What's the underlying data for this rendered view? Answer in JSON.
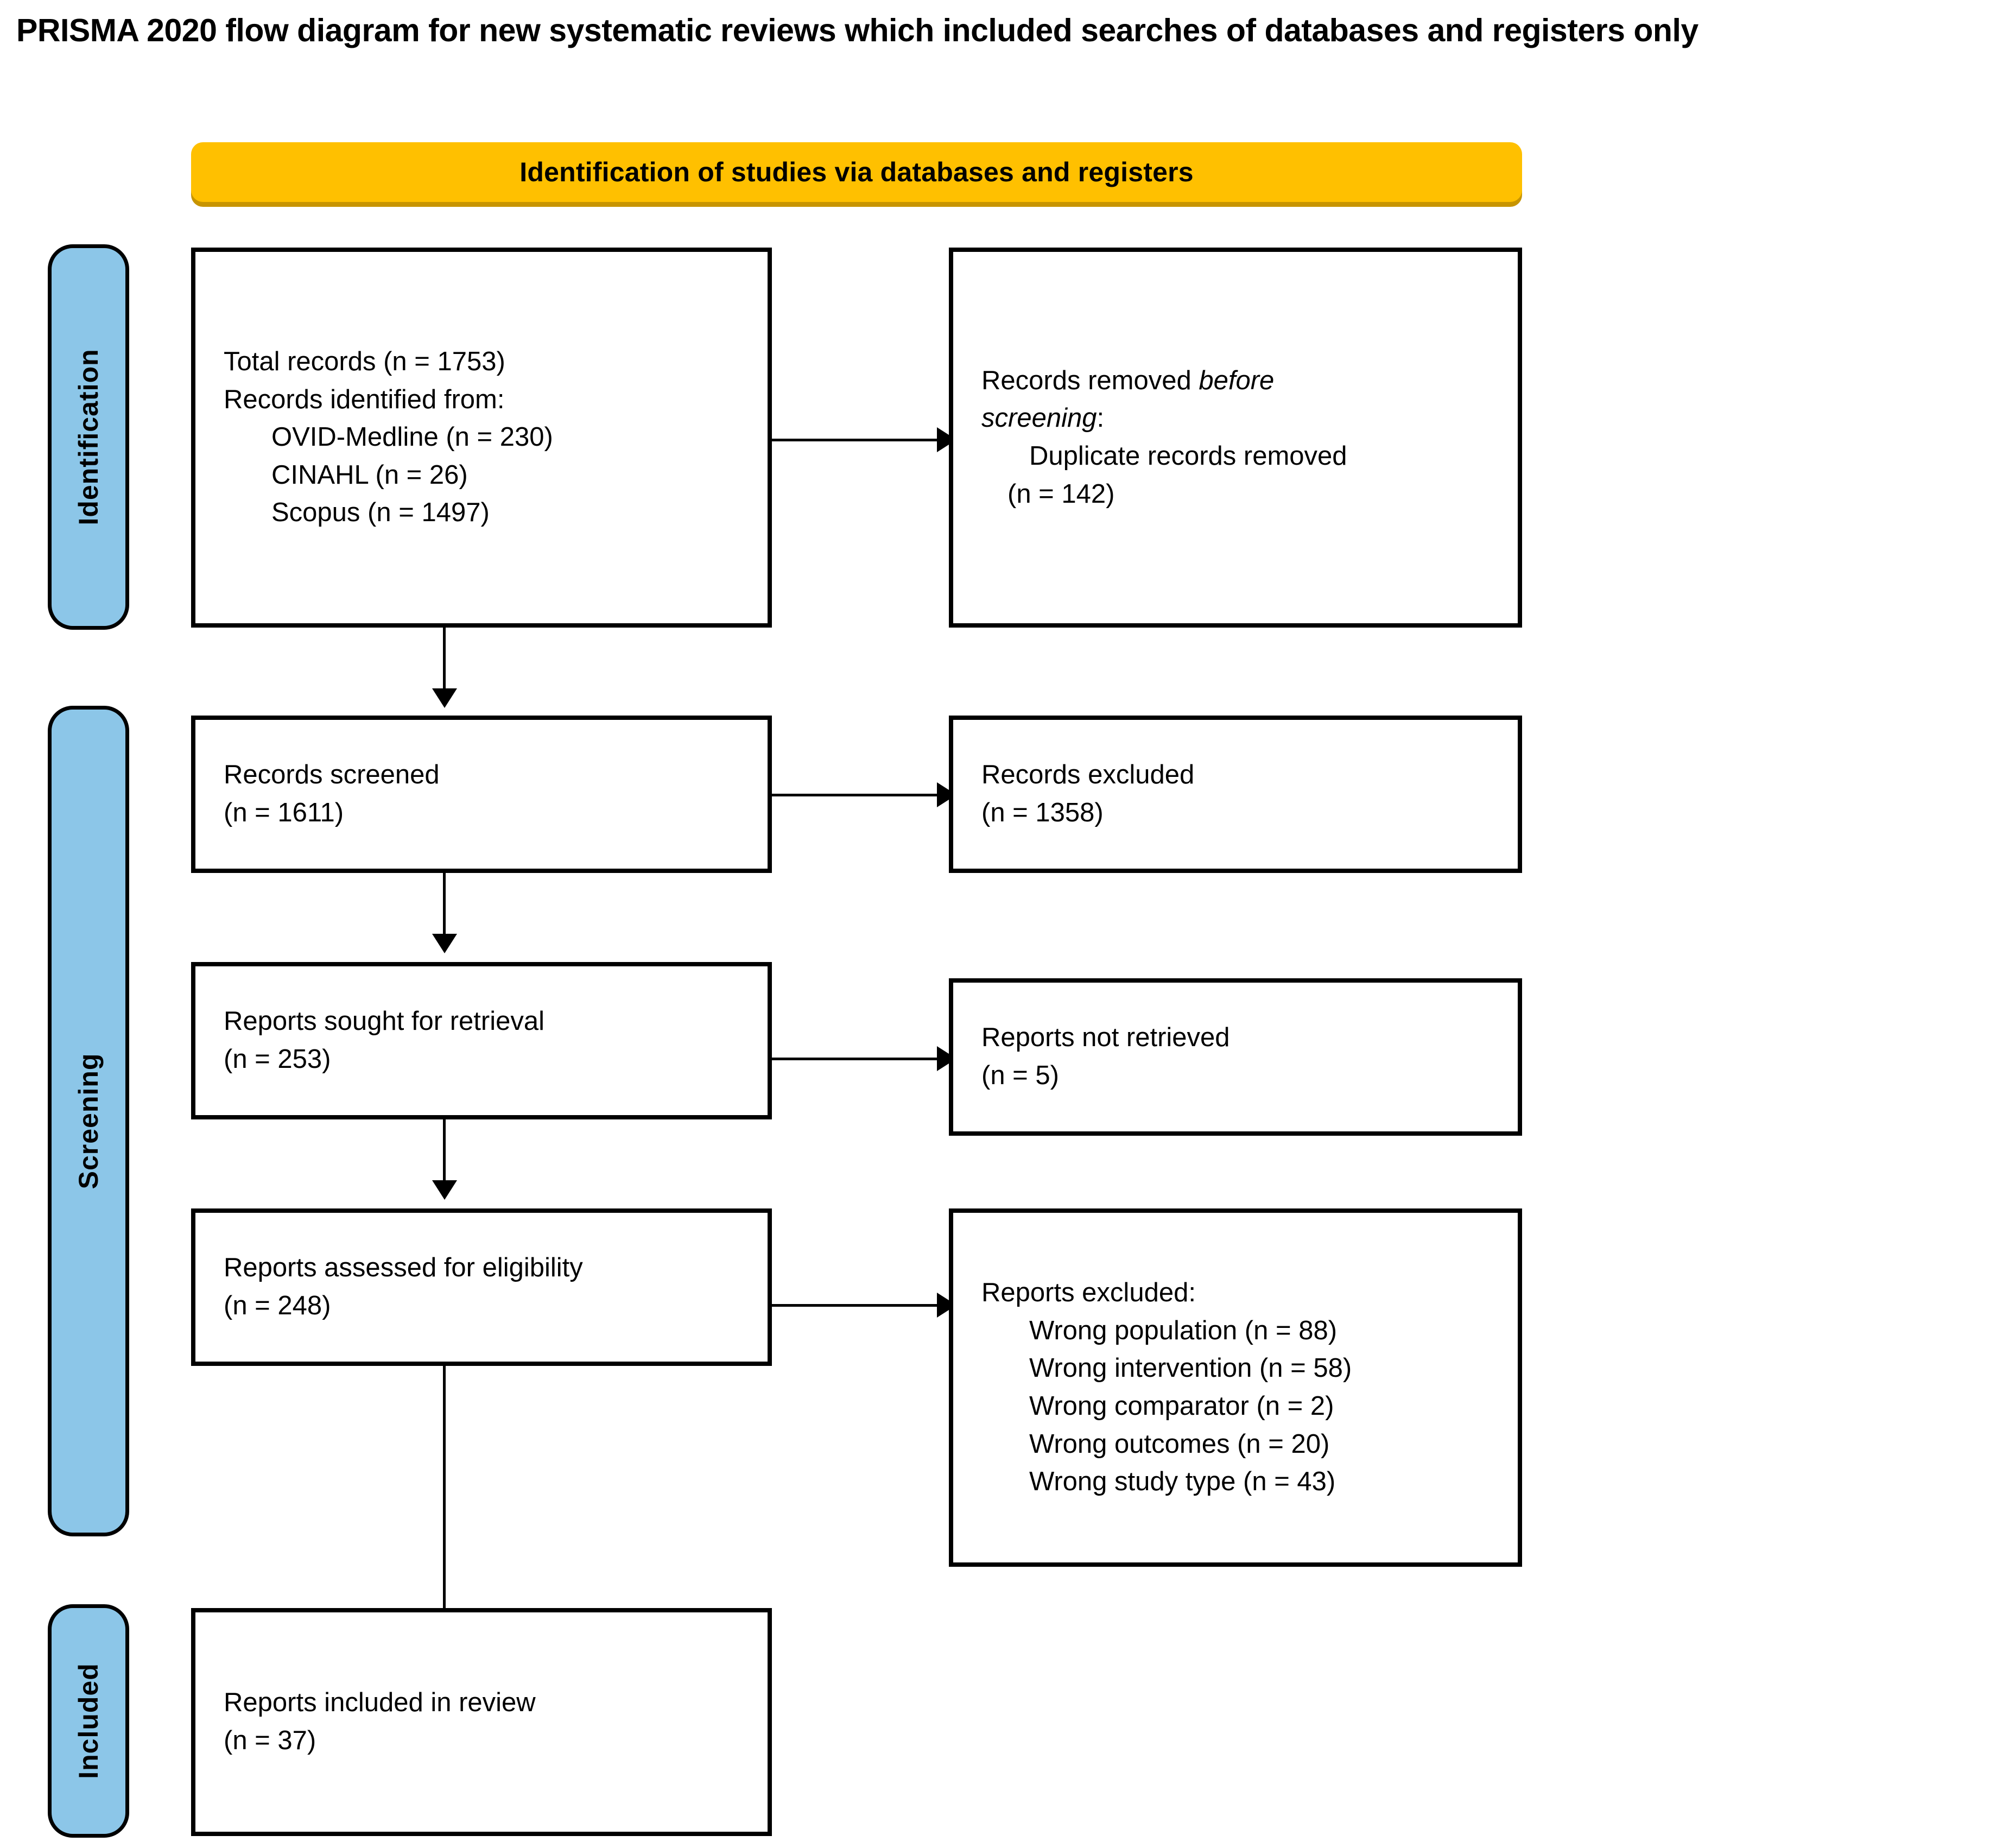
{
  "title": "PRISMA 2020 flow diagram for new systematic reviews which included searches of databases and registers only",
  "colors": {
    "header_orange": "#FFC000",
    "header_orange_shadow": "#C79400",
    "stage_blue": "#8CC6E8",
    "border_black": "#000000",
    "background": "#FFFFFF"
  },
  "stages": [
    {
      "id": "identification",
      "label": "Identification"
    },
    {
      "id": "screening",
      "label": "Screening"
    },
    {
      "id": "included",
      "label": "Included"
    }
  ],
  "section_header": {
    "label": "Identification of studies via databases and registers"
  },
  "boxes": {
    "records_identified": {
      "name": "records-identified-box",
      "lines": [
        {
          "text": "Total records (n = 1753)",
          "indent": "none"
        },
        {
          "text": "Records identified from:",
          "indent": "none"
        },
        {
          "text": "OVID-Medline (n = 230)",
          "indent": "full"
        },
        {
          "text": "CINAHL (n = 26)",
          "indent": "full"
        },
        {
          "text": "Scopus (n = 1497)",
          "indent": "full"
        }
      ]
    },
    "records_removed": {
      "name": "records-removed-box",
      "lines": [
        {
          "text": "Records removed ",
          "italic_tail": "before",
          "indent": "none"
        },
        {
          "text": "",
          "italic_lead": "screening",
          "tail": ":",
          "indent": "none"
        },
        {
          "text": "Duplicate records removed",
          "indent": "full"
        },
        {
          "text": "(n = 142)",
          "indent": "small"
        }
      ]
    },
    "records_screened": {
      "name": "records-screened-box",
      "lines": [
        {
          "text": "Records screened",
          "indent": "none"
        },
        {
          "text": "(n = 1611)",
          "indent": "none"
        }
      ]
    },
    "records_excluded": {
      "name": "records-excluded-box",
      "lines": [
        {
          "text": "Records excluded",
          "indent": "none"
        },
        {
          "text": "(n = 1358)",
          "indent": "none"
        }
      ]
    },
    "reports_sought": {
      "name": "reports-sought-box",
      "lines": [
        {
          "text": "Reports sought for retrieval",
          "indent": "none"
        },
        {
          "text": "(n = 253)",
          "indent": "none"
        }
      ]
    },
    "reports_not_retrieved": {
      "name": "reports-not-retrieved-box",
      "lines": [
        {
          "text": "Reports not retrieved",
          "indent": "none"
        },
        {
          "text": "(n = 5)",
          "indent": "none"
        }
      ]
    },
    "reports_assessed": {
      "name": "reports-assessed-box",
      "lines": [
        {
          "text": "Reports assessed for eligibility",
          "indent": "none"
        },
        {
          "text": "(n = 248)",
          "indent": "none"
        }
      ]
    },
    "reports_excluded": {
      "name": "reports-excluded-box",
      "lines": [
        {
          "text": "Reports excluded:",
          "indent": "none"
        },
        {
          "text": "Wrong population (n = 88)",
          "indent": "full"
        },
        {
          "text": "Wrong intervention (n = 58)",
          "indent": "full"
        },
        {
          "text": "Wrong comparator (n = 2)",
          "indent": "full"
        },
        {
          "text": "Wrong outcomes (n = 20)",
          "indent": "full"
        },
        {
          "text": "Wrong study type (n = 43)",
          "indent": "full"
        }
      ]
    },
    "reports_included": {
      "name": "reports-included-box",
      "lines": [
        {
          "text": "Reports included in review",
          "indent": "none"
        },
        {
          "text": "(n = 37)",
          "indent": "none"
        }
      ]
    }
  },
  "flow_data": {
    "total_records": 1753,
    "sources": [
      {
        "name": "OVID-Medline",
        "n": 230
      },
      {
        "name": "CINAHL",
        "n": 26
      },
      {
        "name": "Scopus",
        "n": 1497
      }
    ],
    "duplicates_removed": 142,
    "records_screened": 1611,
    "records_excluded": 1358,
    "reports_sought": 253,
    "reports_not_retrieved": 5,
    "reports_assessed": 248,
    "exclusion_reasons": [
      {
        "reason": "Wrong population",
        "n": 88
      },
      {
        "reason": "Wrong intervention",
        "n": 58
      },
      {
        "reason": "Wrong comparator",
        "n": 2
      },
      {
        "reason": "Wrong outcomes",
        "n": 20
      },
      {
        "reason": "Wrong study type",
        "n": 43
      }
    ],
    "reports_included": 37
  }
}
